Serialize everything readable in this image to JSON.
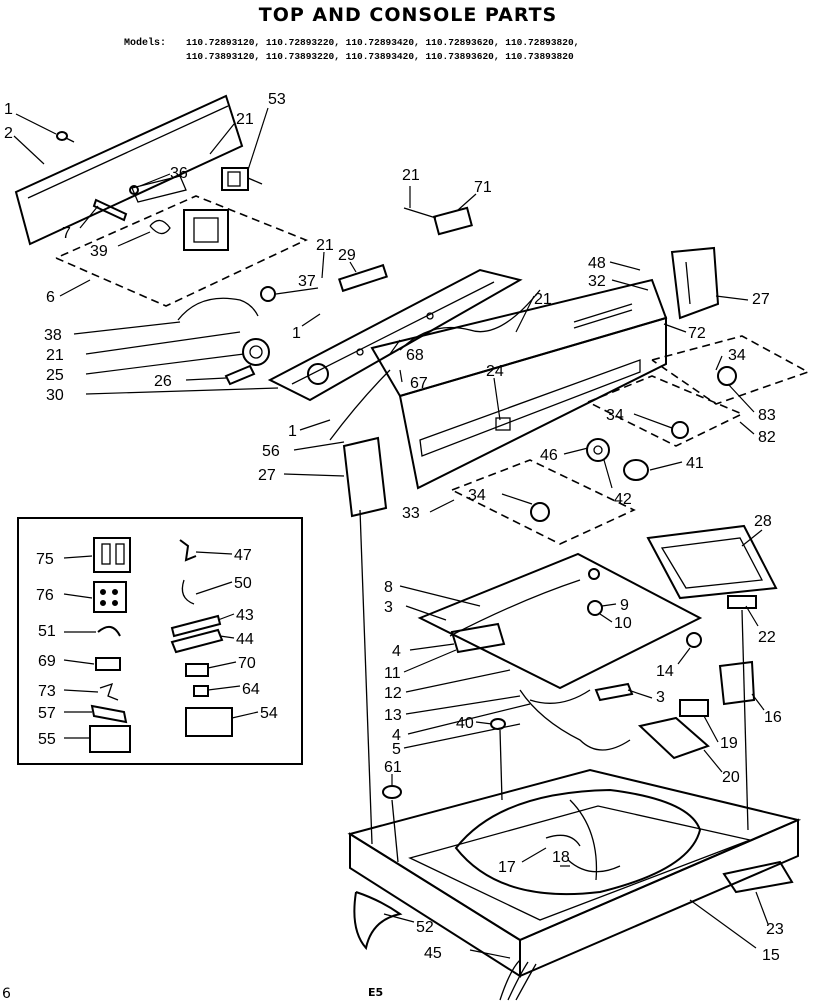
{
  "title": "TOP AND CONSOLE PARTS",
  "models_label": "Models:",
  "models_line1": "110.72893120, 110.72893220, 110.72893420, 110.72893620, 110.72893820,",
  "models_line2": "110.73893120, 110.73893220, 110.73893420, 110.73893620, 110.73893820",
  "page_number_left": "6",
  "page_number_center": "E5",
  "callouts": [
    "1",
    "2",
    "53",
    "21",
    "36",
    "7",
    "39",
    "6",
    "21",
    "71",
    "21",
    "29",
    "37",
    "38",
    "1",
    "21",
    "25",
    "26",
    "30",
    "48",
    "32",
    "21",
    "27",
    "72",
    "34",
    "68",
    "67",
    "24",
    "83",
    "34",
    "82",
    "1",
    "56",
    "27",
    "46",
    "41",
    "42",
    "34",
    "33",
    "28",
    "22",
    "8",
    "3",
    "9",
    "10",
    "4",
    "14",
    "11",
    "12",
    "3",
    "16",
    "13",
    "4",
    "40",
    "5",
    "19",
    "61",
    "20",
    "17",
    "18",
    "23",
    "15",
    "52",
    "45",
    "75",
    "47",
    "76",
    "50",
    "51",
    "43",
    "44",
    "69",
    "70",
    "73",
    "64",
    "57",
    "54",
    "55"
  ]
}
